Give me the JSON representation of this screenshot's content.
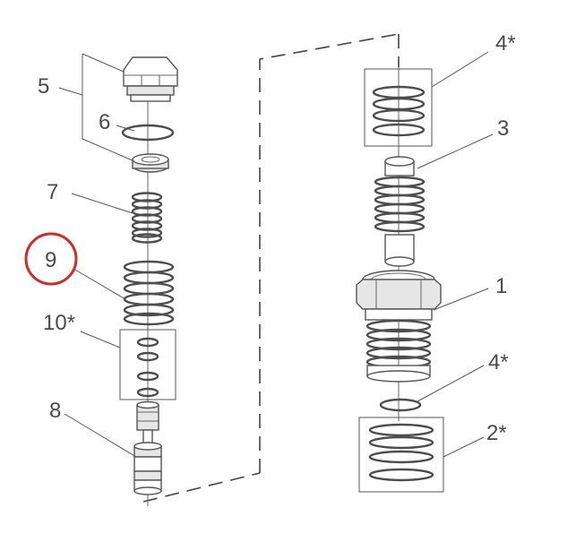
{
  "parts": {
    "p5": "5",
    "p6": "6",
    "p7": "7",
    "p9": "9",
    "p10": "10*",
    "p8": "8",
    "p4a": "4*",
    "p3": "3",
    "p1": "1",
    "p4b": "4*",
    "p2": "2*"
  },
  "highlight": {
    "part": "9",
    "color": "#d62828"
  },
  "colors": {
    "line": "#555555",
    "fill": "#e6e6e6",
    "text": "#4a4a4a"
  }
}
